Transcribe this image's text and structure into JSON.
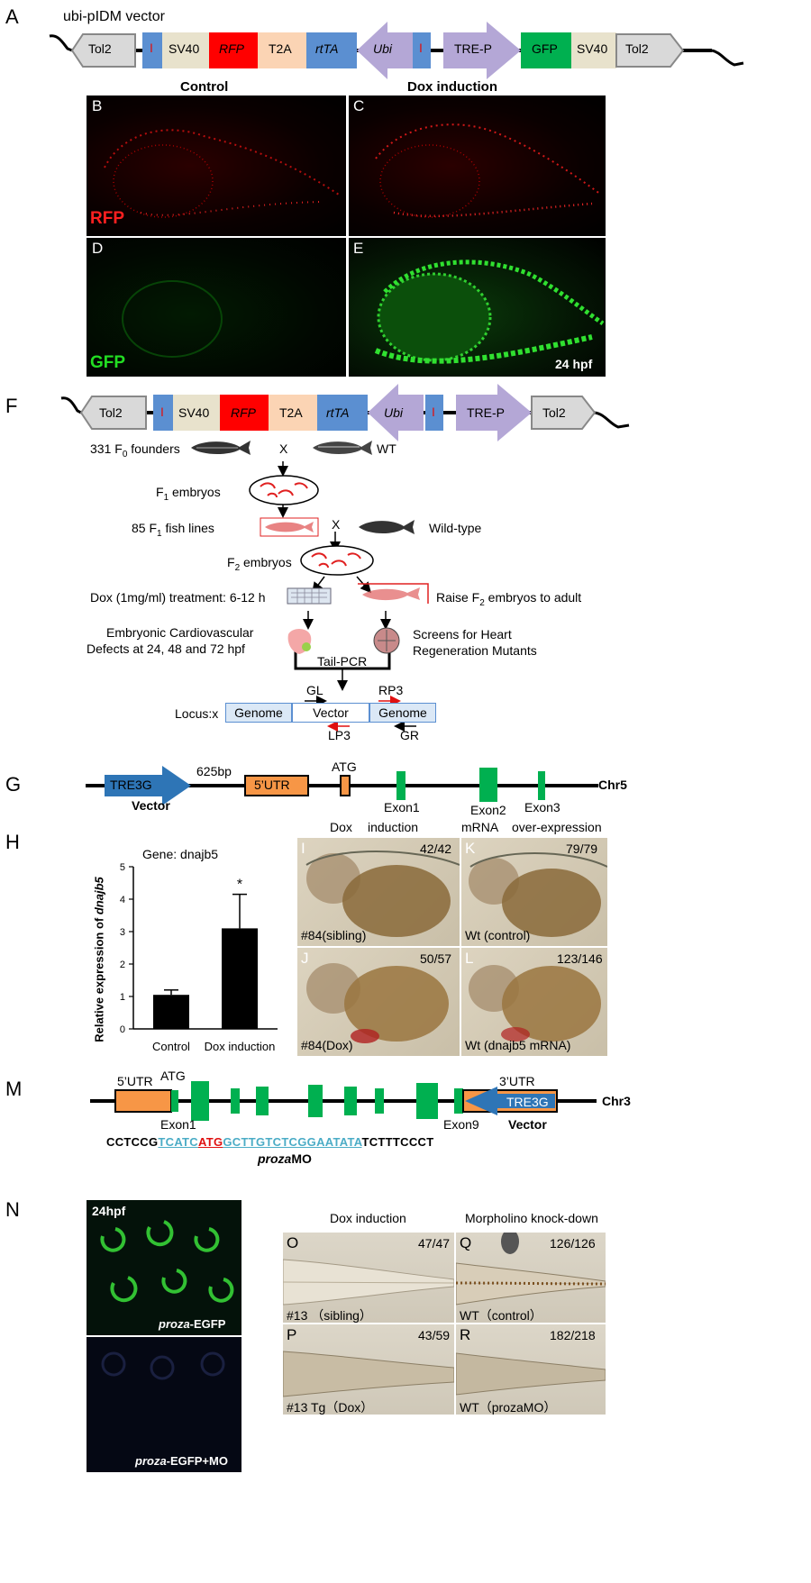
{
  "panel_letters": {
    "A": "A",
    "B": "B",
    "C": "C",
    "D": "D",
    "E": "E",
    "F": "F",
    "G": "G",
    "H": "H",
    "I": "I",
    "J": "J",
    "K": "K",
    "L": "L",
    "M": "M",
    "N": "N",
    "O": "O",
    "P": "P",
    "Q": "Q",
    "R": "R"
  },
  "panel_a": {
    "vector_title": "ubi-pIDM vector",
    "elements": [
      "Tol2",
      "I",
      "SV40",
      "RFP",
      "T2A",
      "rtTA",
      "Ubi",
      "I",
      "TRE-P",
      "GFP",
      "SV40",
      "Tol2"
    ],
    "col_control": "Control",
    "col_dox": "Dox induction"
  },
  "panel_be": {
    "rfp_label": "RFP",
    "gfp_label": "GFP",
    "stage": "24 hpf"
  },
  "panel_f": {
    "elements": [
      "Tol2",
      "I",
      "SV40",
      "RFP",
      "T2A",
      "rtTA",
      "Ubi",
      "I",
      "TRE-P",
      "Tol2"
    ],
    "founders_prefix": "331 F",
    "founders_sub": "0",
    "founders_suffix": " founders",
    "cross": "X",
    "wt": "WT",
    "f1_prefix": "F",
    "f1_sub": "1",
    "f1_suffix": " embryos",
    "f1lines_prefix": "85 F",
    "f1lines_sub": "1",
    "f1lines_suffix": " fish lines",
    "cross2": "X",
    "wildtype": "Wild-type",
    "f2_prefix": "F",
    "f2_sub": "2",
    "f2_suffix": " embryos",
    "dox_treatment": "Dox (1mg/ml)  treatment: 6-12 h",
    "raise_prefix": "Raise F",
    "raise_sub": "2",
    "raise_suffix": " embryos to adult",
    "cardio_1": "Embryonic Cardiovascular",
    "cardio_2": "Defects at 24, 48 and 72 hpf",
    "screens_1": "Screens for Heart",
    "screens_2": "Regeneration Mutants",
    "tailpcr": "Tail-PCR",
    "locus": "Locus:x",
    "genome_left": "Genome",
    "vector": "Vector",
    "genome_right": "Genome",
    "gl": "GL",
    "rp3": "RP3",
    "lp3": "LP3",
    "gr": "GR"
  },
  "panel_g": {
    "tre": "TRE3G",
    "vector": "Vector",
    "distance": "625bp",
    "utr5": "5’UTR",
    "atg": "ATG",
    "exon1": "Exon1",
    "exon2": "Exon2",
    "exon3": "Exon3",
    "chr": "Chr5"
  },
  "panel_h": {
    "gene_label": "Gene:  dnajb5",
    "ylabel_prefix": "Relative expression of ",
    "ylabel_gene": "dnajb5",
    "significance": "*"
  },
  "chart_data": {
    "type": "bar",
    "categories": [
      "Control",
      "Dox induction"
    ],
    "values": [
      1.05,
      3.1
    ],
    "errors": [
      0.15,
      1.05
    ],
    "ylabel": "Relative expression of dnajb5",
    "ylim": [
      0,
      5
    ],
    "yticks": [
      "0",
      "1",
      "2",
      "3",
      "4",
      "5"
    ]
  },
  "panel_ik": {
    "header_dox": "Dox",
    "header_induction": "induction",
    "header_mrna": "mRNA",
    "header_overexp": "over-expression",
    "I_count": "42/42",
    "I_label": "#84(sibling)",
    "K_count": "79/79",
    "K_label": "Wt (control)",
    "J_count": "50/57",
    "J_label": "#84(Dox)",
    "L_count": "123/146",
    "L_label": "Wt (dnajb5 mRNA)"
  },
  "panel_m": {
    "utr5": "5’UTR",
    "atg": "ATG",
    "utr3": "3’UTR",
    "tre": "TRE3G",
    "vector": "Vector",
    "exon1": "Exon1",
    "exon9": "Exon9",
    "chr": "Chr3",
    "seq_a": "CCTCCG",
    "seq_b": "TCATC",
    "seq_c": "ATG",
    "seq_d": "GCTTGTCTCGGAATATA",
    "seq_e": "TCTTTCCCT",
    "mo_ital": "proza",
    "mo_rest": "MO"
  },
  "panel_n": {
    "stage": "24hpf",
    "top_ital": "proza",
    "top_rest": "-EGFP",
    "bot_ital": "proza",
    "bot_rest": "-EGFP+MO"
  },
  "panel_oq": {
    "header_dox": "Dox induction",
    "header_mo": "Morpholino knock-down",
    "O_count": "47/47",
    "O_label": "#13  （sibling）",
    "Q_count": "126/126",
    "Q_label": "WT（control）",
    "P_count": "43/59",
    "P_label": "#13 Tg（Dox）",
    "R_count": "182/218",
    "R_label": "WT（prozaMO）"
  },
  "colors": {
    "tol2": "#d9d9d9",
    "intron": "#5b8fd1",
    "sv40": "#e8e2cc",
    "rfp": "#ff0000",
    "t2a": "#fbd4b4",
    "rttA": "#5b8fd1",
    "ubi": "#b4a7d6",
    "gfp": "#00b050",
    "orange": "#f79646",
    "tre_blue": "#2e75b6",
    "exon_green": "#00b050",
    "mo_blue": "#4bacc6",
    "red": "#e01010"
  }
}
